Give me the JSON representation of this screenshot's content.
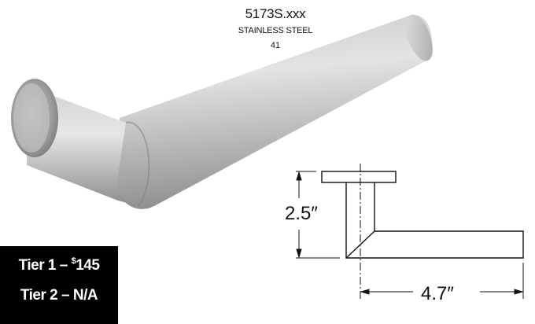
{
  "product": {
    "model": "5173S.xxx",
    "material": "STAINLESS STEEL",
    "finish_code": "41"
  },
  "pricing": {
    "tier1_label": "Tier 1 – ",
    "tier1_currency": "$",
    "tier1_price": "145",
    "tier2": "Tier 2 – N/A"
  },
  "dimensions": {
    "height": "2.5″",
    "width": "4.7″"
  },
  "colors": {
    "steel_light": "#d9d9d9",
    "steel_dark": "#8a8a8a",
    "label_bg": "#000000",
    "label_text": "#ffffff"
  }
}
